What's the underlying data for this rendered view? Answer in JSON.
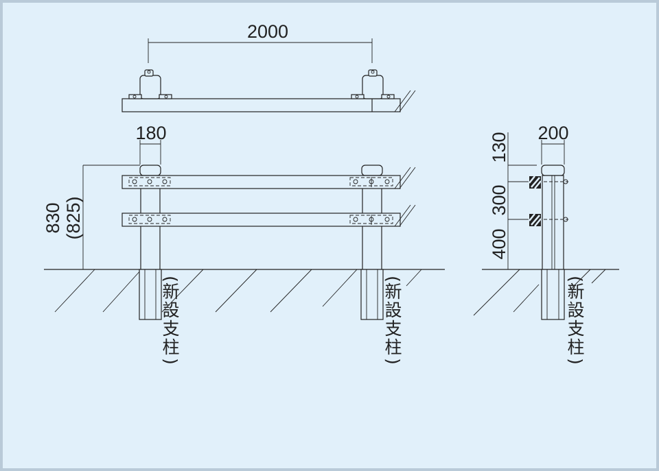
{
  "plan_view": {
    "width_label": "2000"
  },
  "front_view": {
    "post_width_label": "180",
    "height_label": "830",
    "height_alt_label": "(825)"
  },
  "side_view": {
    "post_width_label": "200",
    "gap_top_label": "130",
    "gap_mid_label": "300",
    "gap_bottom_label": "400"
  },
  "post_notes": {
    "left": "新設支柱",
    "middle": "新設支柱",
    "right": "新設支柱"
  },
  "colors": {
    "background": "#e1f0fa",
    "frame": "#b9cad8",
    "line": "#222222"
  }
}
